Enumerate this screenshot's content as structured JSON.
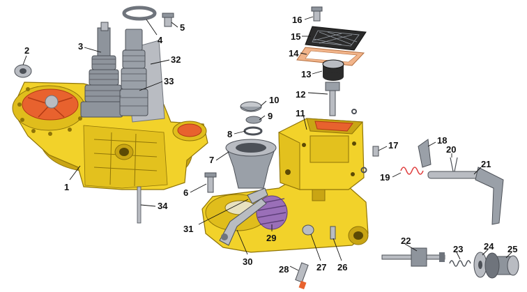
{
  "diagram": {
    "type": "exploded-assembly",
    "callouts": [
      {
        "id": "1",
        "label": "1"
      },
      {
        "id": "2",
        "label": "2"
      },
      {
        "id": "3",
        "label": "3"
      },
      {
        "id": "4",
        "label": "4"
      },
      {
        "id": "5",
        "label": "5"
      },
      {
        "id": "6",
        "label": "6"
      },
      {
        "id": "7",
        "label": "7"
      },
      {
        "id": "8",
        "label": "8"
      },
      {
        "id": "9",
        "label": "9"
      },
      {
        "id": "10",
        "label": "10"
      },
      {
        "id": "11",
        "label": "11"
      },
      {
        "id": "12",
        "label": "12"
      },
      {
        "id": "13",
        "label": "13"
      },
      {
        "id": "14",
        "label": "14"
      },
      {
        "id": "15",
        "label": "15"
      },
      {
        "id": "16",
        "label": "16"
      },
      {
        "id": "17",
        "label": "17"
      },
      {
        "id": "18",
        "label": "18"
      },
      {
        "id": "19",
        "label": "19"
      },
      {
        "id": "20",
        "label": "20"
      },
      {
        "id": "21",
        "label": "21"
      },
      {
        "id": "22",
        "label": "22"
      },
      {
        "id": "23",
        "label": "23"
      },
      {
        "id": "24",
        "label": "24"
      },
      {
        "id": "25",
        "label": "25"
      },
      {
        "id": "26",
        "label": "26"
      },
      {
        "id": "27",
        "label": "27"
      },
      {
        "id": "28",
        "label": "28"
      },
      {
        "id": "29",
        "label": "29"
      },
      {
        "id": "30",
        "label": "30"
      },
      {
        "id": "31",
        "label": "31"
      },
      {
        "id": "32",
        "label": "32"
      },
      {
        "id": "33",
        "label": "33"
      },
      {
        "id": "34",
        "label": "34"
      }
    ],
    "colors": {
      "housing": "#f2d22a",
      "housing_shade": "#c9a514",
      "housing_dark": "#8f7408",
      "metal": "#b9bcc2",
      "metal_dark": "#6f747c",
      "gear": "#8e949c",
      "bore": "#e8622e",
      "bore_dark": "#b13a14",
      "spring": "#e04040",
      "worm": "#9a6fb8",
      "black": "#1b1b1b",
      "gasket": "#f1b48a"
    }
  }
}
